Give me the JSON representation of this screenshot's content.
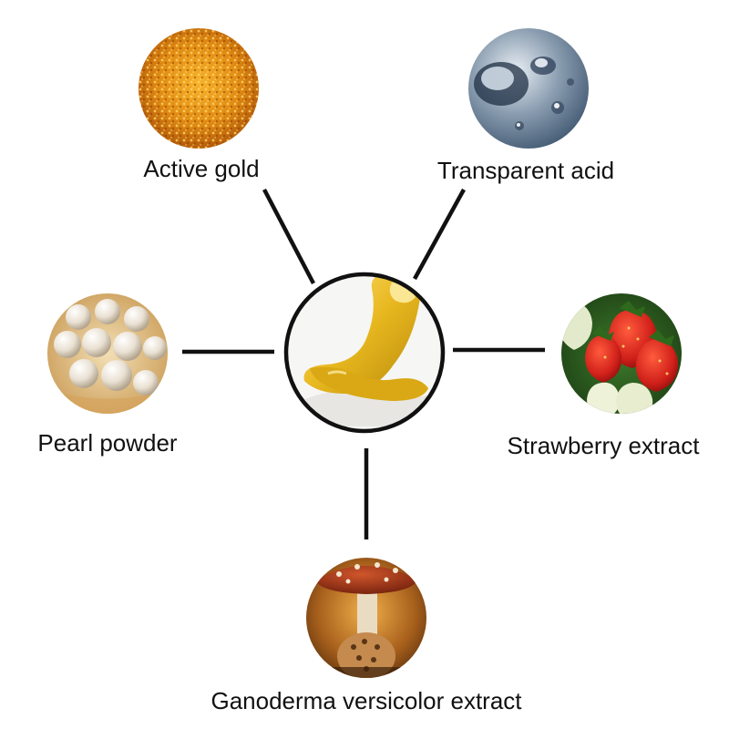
{
  "diagram": {
    "center": {
      "name": "gold-gel-center"
    },
    "ingredients": [
      {
        "id": "active-gold",
        "label": "Active gold"
      },
      {
        "id": "transparent-acid",
        "label": "Transparent acid"
      },
      {
        "id": "pearl-powder",
        "label": "Pearl powder"
      },
      {
        "id": "strawberry-extract",
        "label": "Strawberry extract"
      },
      {
        "id": "ganoderma-extract",
        "label": "Ganoderma versicolor extract"
      }
    ]
  }
}
